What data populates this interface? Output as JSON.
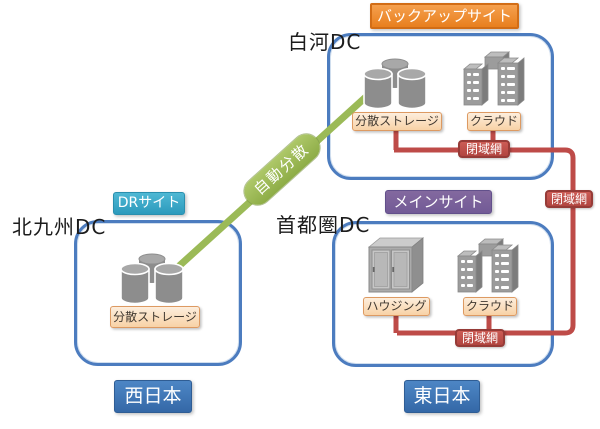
{
  "diagram": {
    "kind": "disaster-recovery-network-diagram",
    "colors": {
      "box_border_blue": "#4c7cbf",
      "closed_network_red": "#be4b48",
      "auto_distribution_green": "#9bba57",
      "backup_badge_orange": "#e87f1e",
      "dr_badge_cyan": "#2c9abc",
      "main_badge_purple": "#725a96",
      "region_badge_blue": "#3d74b5",
      "item_tag_peach": "#f8d2a6",
      "icon_gray": "#8d8d8d"
    }
  },
  "sites": {
    "backup": {
      "badge_label": "バックアップサイト",
      "dc_name": "白河DC",
      "items": [
        {
          "label": "分散ストレージ",
          "icon": "storage-cylinders-icon"
        },
        {
          "label": "クラウド",
          "icon": "cloud-servers-icon"
        }
      ]
    },
    "main": {
      "badge_label": "メインサイト",
      "dc_name": "首都圏DC",
      "items": [
        {
          "label": "ハウジング",
          "icon": "housing-cabinet-icon"
        },
        {
          "label": "クラウド",
          "icon": "cloud-servers-icon"
        }
      ]
    },
    "dr": {
      "badge_label": "DRサイト",
      "dc_name": "北九州DC",
      "items": [
        {
          "label": "分散ストレージ",
          "icon": "storage-cylinders-icon"
        }
      ]
    }
  },
  "connections": {
    "auto_distribution": {
      "label": "自動分散",
      "from": "北九州DC 分散ストレージ",
      "to": "白河DC 分散ストレージ"
    },
    "closed_network": {
      "labels": [
        "閉域網",
        "閉域網",
        "閉域網"
      ]
    }
  },
  "regions": {
    "west": {
      "label": "西日本"
    },
    "east": {
      "label": "東日本"
    }
  }
}
